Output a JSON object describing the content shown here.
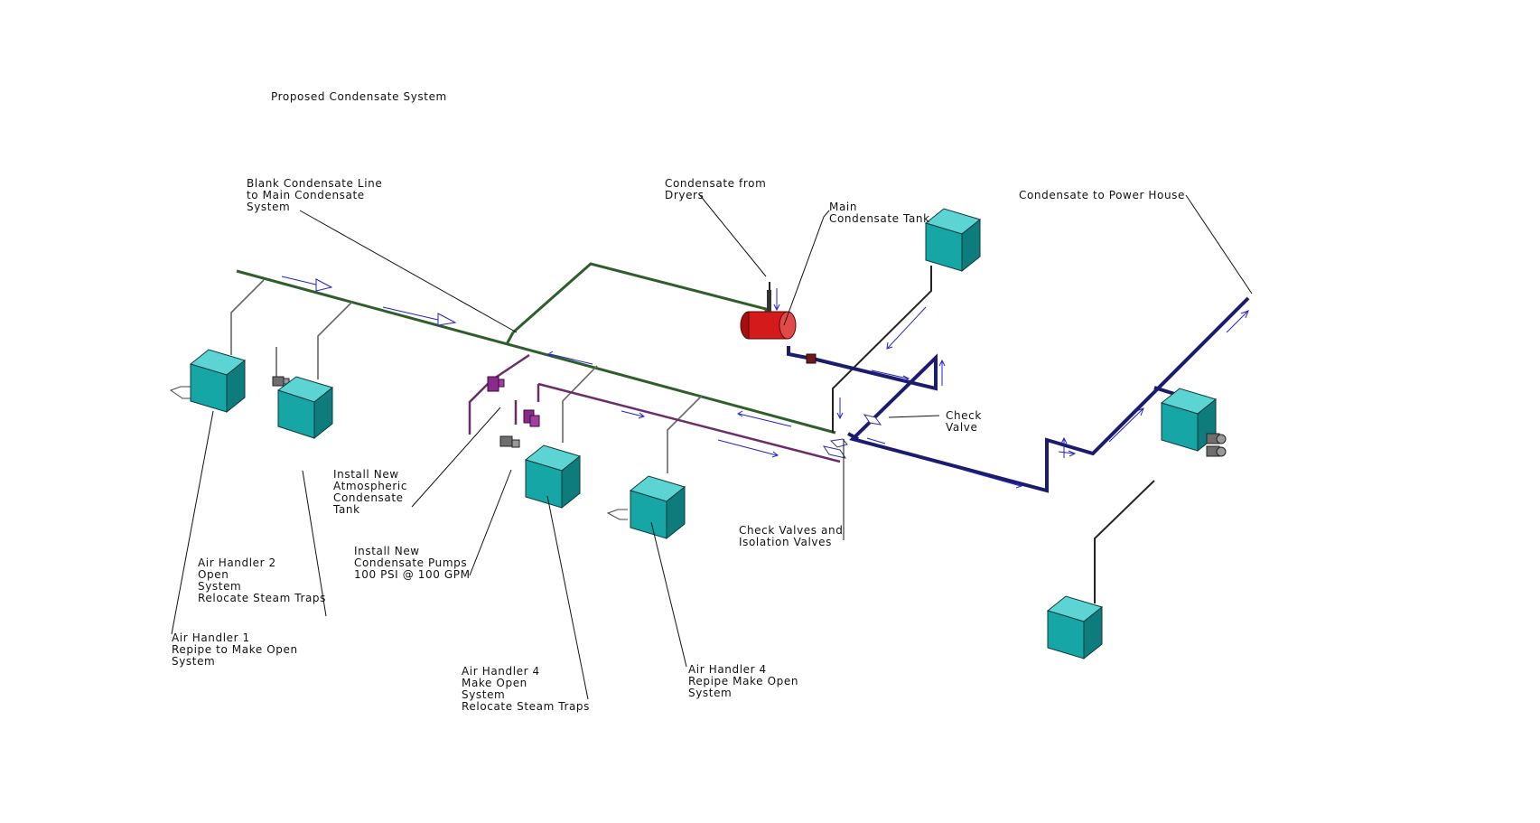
{
  "diagram": {
    "title": "Proposed Condensate System",
    "labels": {
      "blank_line": [
        "Blank Condensate Line",
        "to Main Condensate",
        "System"
      ],
      "from_dryers": [
        "Condensate from",
        "Dryers"
      ],
      "main_tank": [
        "Main",
        "Condensate Tank"
      ],
      "power_house": [
        "Condensate to Power House"
      ],
      "check_valve": [
        "Check",
        "Valve"
      ],
      "atmospheric_tank": [
        "Install New",
        "Atmospheric",
        "Condensate",
        "Tank"
      ],
      "pumps": [
        "Install New",
        "Condensate Pumps",
        "100 PSI @ 100 GPM"
      ],
      "check_iso_valves": [
        "Check Valves and",
        "Isolation Valves"
      ],
      "ah2": [
        "Air Handler 2",
        "Open",
        "System",
        "Relocate Steam Traps"
      ],
      "ah1": [
        "Air Handler 1",
        "Repipe to Make Open",
        "System"
      ],
      "ah4_left": [
        "Air Handler 4",
        "Make Open",
        "System",
        "Relocate Steam Traps"
      ],
      "ah4_right": [
        "Air Handler 4",
        "Repipe Make Open",
        "System"
      ]
    },
    "colors": {
      "green_pipe": "#2e5e2a",
      "navy_pipe": "#1c1c6e",
      "purple_pipe": "#6a2d6a",
      "flow_arrow": "#2222cc",
      "air_handler": "#17a6a6",
      "main_tank": "#d41a1a"
    }
  }
}
